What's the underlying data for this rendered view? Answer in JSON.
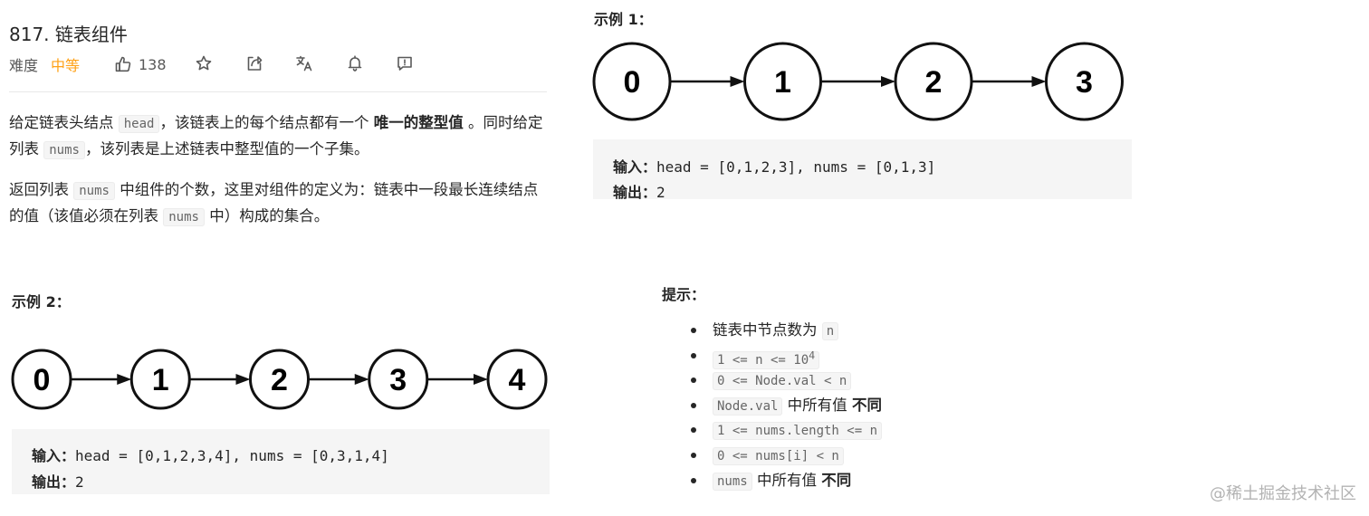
{
  "problem": {
    "title": "817. 链表组件",
    "difficulty_label": "难度",
    "difficulty": "中等",
    "likes": "138"
  },
  "description": {
    "p1": {
      "t1": "给定链表头结点 ",
      "c1": "head",
      "t2": "，该链表上的每个结点都有一个 ",
      "bold": "唯一的整型值",
      "t3": " 。同时给定列表 ",
      "c2": "nums",
      "t4": "，该列表是上述链表中整型值的一个子集。"
    },
    "p2": {
      "t1": "返回列表 ",
      "c1": "nums",
      "t2": " 中组件的个数，这里对组件的定义为：链表中一段最长连续结点的值（该值必须在列表 ",
      "c2": "nums",
      "t3": " 中）构成的集合。"
    }
  },
  "examples": [
    {
      "heading": "示例 1：",
      "nodes": [
        "0",
        "1",
        "2",
        "3"
      ],
      "input_label": "输入：",
      "input": "head = [0,1,2,3], nums = [0,1,3]",
      "output_label": "输出：",
      "output": "2"
    },
    {
      "heading": "示例 2：",
      "nodes": [
        "0",
        "1",
        "2",
        "3",
        "4"
      ],
      "input_label": "输入：",
      "input": "head = [0,1,2,3,4], nums = [0,3,1,4]",
      "output_label": "输出：",
      "output": "2"
    }
  ],
  "hints": {
    "heading": "提示：",
    "items": [
      {
        "text": "链表中节点数为 ",
        "code": "n"
      },
      {
        "code": "1 <= n <= 10",
        "sup": "4"
      },
      {
        "code": "0 <= Node.val < n"
      },
      {
        "code": "Node.val",
        "text": " 中所有值 ",
        "bold": "不同"
      },
      {
        "code": "1 <= nums.length <= n"
      },
      {
        "code": "0 <= nums[i] < n"
      },
      {
        "code": "nums",
        "text": " 中所有值 ",
        "bold": "不同"
      }
    ]
  },
  "watermark": "@稀土掘金技术社区"
}
